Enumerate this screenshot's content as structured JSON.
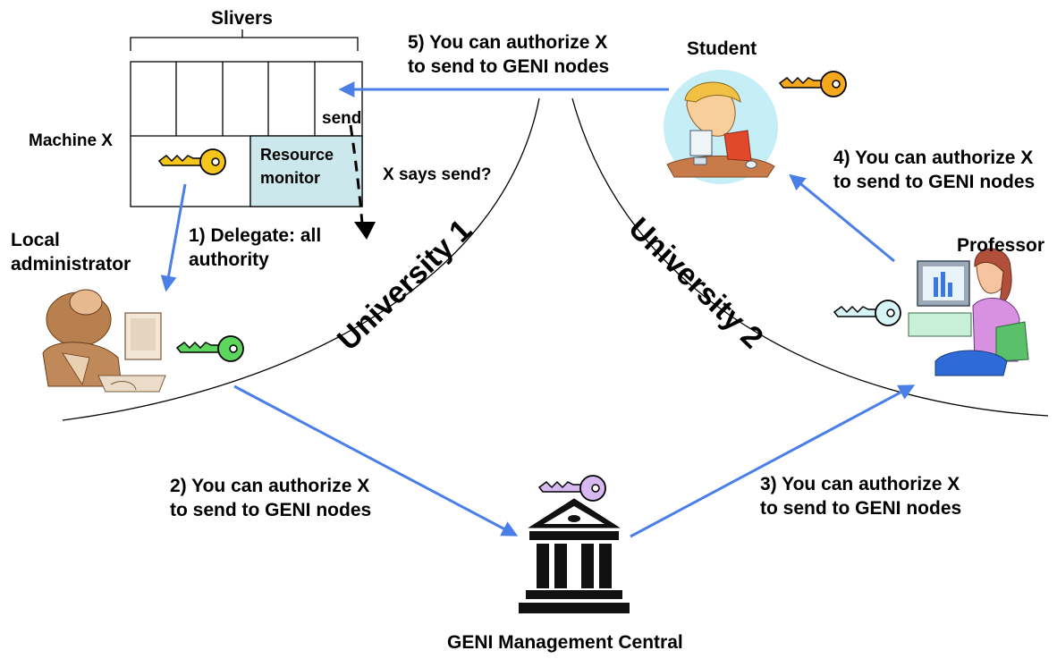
{
  "labels": {
    "slivers": "Slivers",
    "machine_x": "Machine X",
    "send": "send",
    "resource_monitor_line1": "Resource",
    "resource_monitor_line2": "monitor",
    "x_says_send": "X says send?",
    "local_admin_line1": "Local",
    "local_admin_line2": "administrator",
    "student": "Student",
    "professor": "Professor",
    "university_1": "University 1",
    "university_2": "University 2",
    "geni_central": "GENI Management Central"
  },
  "steps": [
    {
      "line1": "1) Delegate: all",
      "line2": "authority"
    },
    {
      "line1": "2) You can authorize X",
      "line2": "to send to GENI nodes"
    },
    {
      "line1": "3) You can authorize X",
      "line2": "to send to GENI nodes"
    },
    {
      "line1": "4) You can authorize X",
      "line2": "to send to GENI nodes"
    },
    {
      "line1": "5) You can authorize X",
      "line2": "to send to GENI nodes"
    }
  ],
  "colors": {
    "arrow": "#4A7FE8",
    "resource_monitor_fill": "#CCE8EC",
    "key_admin": "#5CD65C",
    "key_machine": "#F5C51B",
    "key_student": "#F5A81B",
    "key_professor": "#D6F3F5",
    "key_central": "#D8B8F0"
  },
  "icons": {
    "admin": "businessman-at-computer-icon",
    "student": "student-at-computer-icon",
    "professor": "professor-at-computer-icon",
    "central": "government-building-icon",
    "key": "key-icon"
  }
}
